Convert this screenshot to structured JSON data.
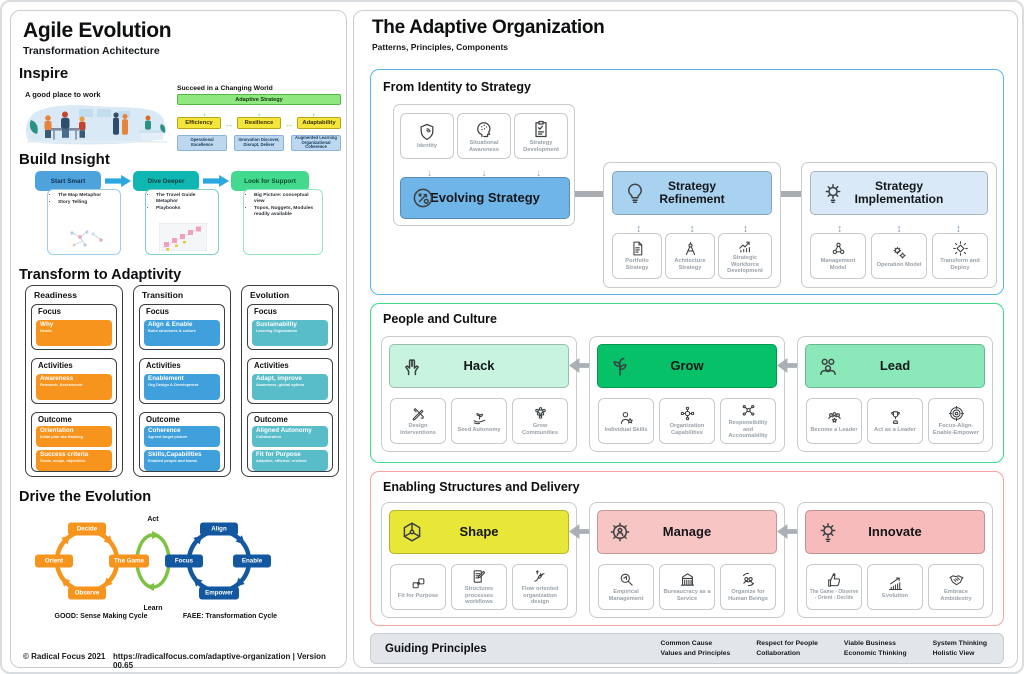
{
  "colors": {
    "section_identity_border": "#56b6ee",
    "section_people_border": "#3fdc8c",
    "section_structures_border": "#f5a3a3",
    "evolving_strategy": "#6fb5e8",
    "strategy_refinement": "#a9d2f0",
    "strategy_implementation": "#d9e9f8",
    "hack": "#c8f3de",
    "grow": "#06c167",
    "lead": "#8be9b9",
    "shape": "#e8e636",
    "manage": "#f8c5c5",
    "innovate": "#f7bbbb",
    "readiness_orange": "#f7941d",
    "transition_blue": "#3fa0db",
    "evolution_teal": "#58bcc9",
    "good_cycle": "#f7941d",
    "faee_cycle": "#1257a0",
    "act_learn_cycle": "#7dc242",
    "guiding_bar": "#e2e6ea"
  },
  "icon_names": [
    "shield-fingerprint-icon",
    "head-awareness-icon",
    "clipboard-icon",
    "strategy-route-icon",
    "lightbulb-icon",
    "gear-bulb-icon",
    "document-icon",
    "drafting-compass-icon",
    "growth-arrow-icon",
    "triangle-nodes-icon",
    "gears-icon",
    "burst-diamond-icon",
    "hands-icon",
    "sprout-icon",
    "people-group-icon",
    "crossed-pencils-icon",
    "seed-hand-icon",
    "community-network-icon",
    "person-star-icon",
    "org-capability-icon",
    "responsibility-network-icon",
    "people-star-icon",
    "trophy-icon",
    "target-icon",
    "hex-network-icon",
    "gear-person-icon",
    "puzzle-icon",
    "doc-pencil-icon",
    "flow-arrows-icon",
    "magnifier-icon",
    "building-icon",
    "people-circle-icon",
    "thumbs-up-icon",
    "bar-chart-icon",
    "handshake-icon"
  ],
  "left": {
    "title": "Agile Evolution",
    "subtitle": "Transformation Achitecture",
    "inspire": {
      "heading": "Inspire",
      "caption": "A good place to work",
      "succeed": {
        "title": "Succeed in a Changing World",
        "banner": "Adaptive Strategy",
        "pillars": [
          "Efficiency",
          "Resilience",
          "Adaptability"
        ],
        "foundations": [
          "Operational Excellence",
          "Innovation Discover, Disrupt, Deliver",
          "Augmented Learning Organizational Coherence"
        ]
      }
    },
    "build_insight": {
      "heading": "Build Insight",
      "steps": [
        {
          "label": "Start Smart",
          "bullets": [
            "The Map Metaphor",
            "Story Telling"
          ]
        },
        {
          "label": "Dive Deeper",
          "bullets": [
            "The Travel Guide Metaphor",
            "Playbooks"
          ]
        },
        {
          "label": "Look for Support",
          "bullets": [
            "Big Picture: conceptual view",
            "Topos, Nuggets, Modules readily available"
          ]
        }
      ]
    },
    "transform": {
      "heading": "Transform to Adaptivity",
      "row_labels": {
        "focus": "Focus",
        "activities": "Activities",
        "outcome": "Outcome"
      },
      "columns": [
        {
          "title": "Readiness",
          "focus": {
            "title": "Why",
            "sub": "Needs"
          },
          "activities": {
            "title": "Awareness",
            "sub": "Research, Assessment"
          },
          "outcome1": {
            "title": "Orientation",
            "sub": "Initial plan aka Backlog"
          },
          "outcome2": {
            "title": "Success criteria",
            "sub": "Goals, scope, objectives"
          }
        },
        {
          "title": "Transition",
          "focus": {
            "title": "Align & Enable",
            "sub": "Build structures & culture"
          },
          "activities": {
            "title": "Enablement",
            "sub": "Org Design & Development"
          },
          "outcome1": {
            "title": "Coherence",
            "sub": "Agreed target picture"
          },
          "outcome2": {
            "title": "Skills,Capabilities",
            "sub": "Enabled people and teams"
          }
        },
        {
          "title": "Evolution",
          "focus": {
            "title": "Sustainability",
            "sub": "Learning Organization"
          },
          "activities": {
            "title": "Adapt, improve",
            "sub": "Awareness, global optima"
          },
          "outcome1": {
            "title": "Aligned Autonomy",
            "sub": "Collaboration"
          },
          "outcome2": {
            "title": "Fit for Purpose",
            "sub": "Adaptive, efficient, resilient"
          }
        }
      ]
    },
    "drive": {
      "heading": "Drive the Evolution",
      "good": {
        "top": "Decide",
        "right": "The Game",
        "bottom": "Observe",
        "left": "Orient",
        "caption": "GOOD: Sense Making Cycle"
      },
      "bridge": {
        "top": "Act",
        "bottom": "Learn"
      },
      "faee": {
        "top": "Align",
        "right": "Enable",
        "bottom": "Empower",
        "left": "Focus",
        "caption": "FAEE: Transformation Cycle"
      }
    },
    "footer": {
      "copyright": "© Radical Focus 2021",
      "url": "https://radicalfocus.com/adaptive-organization | Version  00.65"
    }
  },
  "right": {
    "title": "The Adaptive Organization",
    "subtitle": "Patterns, Principles, Components",
    "identity_section": {
      "heading": "From Identity to Strategy",
      "inputs": [
        "Identity",
        "Situational Awareness",
        "Strategy Development"
      ],
      "main1": "Evolving Strategy",
      "main2": "Strategy Refinement",
      "main2_subs": [
        "Portfolio Strategy",
        "Achitecture Strategy",
        "Strategic Workforce Development"
      ],
      "main3": "Strategy Implementation",
      "main3_subs": [
        "Management Model",
        "Operation Model",
        "Transform and Deploy"
      ]
    },
    "people_section": {
      "heading": "People and Culture",
      "groups": [
        {
          "main": "Hack",
          "subs": [
            "Design Interventions",
            "Seed Autonomy",
            "Grow Communities"
          ]
        },
        {
          "main": "Grow",
          "subs": [
            "Individual Skills",
            "Organization Capabilities",
            "Responsibility and Accountability"
          ]
        },
        {
          "main": "Lead",
          "subs": [
            "Become a Leader",
            "Act as a Leader",
            "Focus-Align-Enable-Empower"
          ]
        }
      ]
    },
    "structures_section": {
      "heading": "Enabling Structures and Delivery",
      "groups": [
        {
          "main": "Shape",
          "subs": [
            "Fit for Purpose",
            "Structures processes workflows",
            "Flow oriented organization design"
          ]
        },
        {
          "main": "Manage",
          "subs": [
            "Empirical Management",
            "Bureaucracy as a Service",
            "Organize for Human Beings"
          ]
        },
        {
          "main": "Innovate",
          "subs": [
            "The Game - Observe - Orient - Decide",
            "Evolution",
            "Embrace Ambidextry"
          ]
        }
      ]
    },
    "guiding": {
      "heading": "Guiding Principles",
      "items": [
        {
          "line1": "Common Cause",
          "line2": "Values and Principles"
        },
        {
          "line1": "Respect for People",
          "line2": "Collaboration"
        },
        {
          "line1": "Viable Business",
          "line2": "Economic Thinking"
        },
        {
          "line1": "System Thinking",
          "line2": "Holistic View"
        }
      ]
    }
  }
}
